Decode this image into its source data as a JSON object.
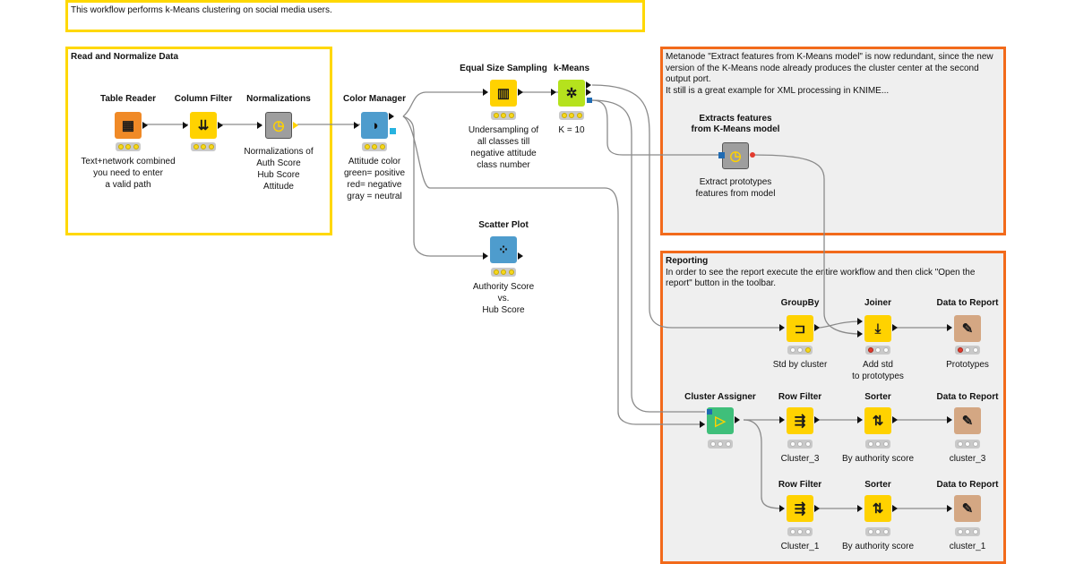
{
  "annotations": {
    "top": {
      "body": "This workflow performs k-Means clustering on social media users."
    },
    "read": {
      "title": "Read and Normalize Data"
    },
    "metanode": {
      "body": "Metanode \"Extract features from K-Means model\" is now redundant, since the new version of the K-Means node already produces the cluster center at the second output port.\nIt still is a great example for XML processing in KNIME..."
    },
    "reporting": {
      "title": "Reporting",
      "body": "In order to see the report execute the entire workflow and then click \"Open the report\" button in the toolbar."
    }
  },
  "colors": {
    "reader_orange": "#f08a27",
    "manipulator_yellow": "#ffd200",
    "metanode_gray": "#9e9e9e",
    "manager_blue": "#4e9ccd",
    "learner_green": "#b5e21d",
    "predictor_green": "#3fbf7a",
    "report_tan": "#d4a783",
    "annotation_yellow": "#ffd800",
    "annotation_orange": "#f26a1b"
  },
  "nodes": {
    "table_reader": {
      "name": "Table Reader",
      "desc": "Text+network combined\nyou need to enter\na valid path",
      "icon": "table-reader-icon",
      "glyph": "▦",
      "status": [
        "y",
        "y",
        "y"
      ]
    },
    "column_filter": {
      "name": "Column Filter",
      "desc": "",
      "icon": "column-filter-icon",
      "glyph": "⇊",
      "status": [
        "y",
        "y",
        "y"
      ]
    },
    "normalizations": {
      "name": "Normalizations",
      "desc": "Normalizations of\nAuth Score\nHub Score\nAttitude",
      "icon": "metanode-icon",
      "glyph": "◷",
      "status": []
    },
    "color_manager": {
      "name": "Color Manager",
      "desc": "Attitude color\ngreen= positive\nred= negative\ngray = neutral",
      "icon": "color-manager-icon",
      "glyph": "◑",
      "status": [
        "y",
        "y",
        "y"
      ]
    },
    "equal_size": {
      "name": "Equal Size Sampling",
      "desc": "Undersampling of\nall classes till\nnegative attitude\nclass number",
      "icon": "sampling-icon",
      "glyph": "▥",
      "status": [
        "y",
        "y",
        "y"
      ]
    },
    "kmeans": {
      "name": "k-Means",
      "desc": "K = 10",
      "icon": "kmeans-icon",
      "glyph": "✲",
      "status": [
        "y",
        "y",
        "y"
      ]
    },
    "scatter_plot": {
      "name": "Scatter Plot",
      "desc": "Authority Score\nvs.\nHub Score",
      "icon": "scatter-plot-icon",
      "glyph": "⁘",
      "status": [
        "y",
        "y",
        "y"
      ]
    },
    "extract_features": {
      "name": "Extracts features\nfrom K-Means model",
      "desc": "Extract prototypes\nfeatures from model",
      "icon": "metanode-icon",
      "glyph": "◷",
      "status": []
    },
    "groupby": {
      "name": "GroupBy",
      "desc": "Std by cluster",
      "icon": "groupby-icon",
      "glyph": "⊐",
      "status": [
        "w",
        "w",
        "y"
      ]
    },
    "joiner": {
      "name": "Joiner",
      "desc": "Add std\nto prototypes",
      "icon": "joiner-icon",
      "glyph": "⤓",
      "status": [
        "r",
        "w",
        "w"
      ]
    },
    "data_report_1": {
      "name": "Data to Report",
      "desc": "Prototypes",
      "icon": "data-to-report-icon",
      "glyph": "✎",
      "status": [
        "r",
        "w",
        "w"
      ]
    },
    "cluster_assigner": {
      "name": "Cluster Assigner",
      "desc": "",
      "icon": "cluster-assigner-icon",
      "glyph": "▷",
      "status": [
        "w",
        "w",
        "w"
      ]
    },
    "row_filter_1": {
      "name": "Row Filter",
      "desc": "Cluster_3",
      "icon": "row-filter-icon",
      "glyph": "⇶",
      "status": [
        "w",
        "w",
        "w"
      ]
    },
    "sorter_1": {
      "name": "Sorter",
      "desc": "By authority score",
      "icon": "sorter-icon",
      "glyph": "⇅",
      "status": [
        "w",
        "w",
        "w"
      ]
    },
    "data_report_2": {
      "name": "Data to Report",
      "desc": "cluster_3",
      "icon": "data-to-report-icon",
      "glyph": "✎",
      "status": [
        "w",
        "w",
        "w"
      ]
    },
    "row_filter_2": {
      "name": "Row Filter",
      "desc": "Cluster_1",
      "icon": "row-filter-icon",
      "glyph": "⇶",
      "status": [
        "w",
        "w",
        "w"
      ]
    },
    "sorter_2": {
      "name": "Sorter",
      "desc": "By authority score",
      "icon": "sorter-icon",
      "glyph": "⇅",
      "status": [
        "w",
        "w",
        "w"
      ]
    },
    "data_report_3": {
      "name": "Data to Report",
      "desc": "cluster_1",
      "icon": "data-to-report-icon",
      "glyph": "✎",
      "status": [
        "w",
        "w",
        "w"
      ]
    }
  }
}
